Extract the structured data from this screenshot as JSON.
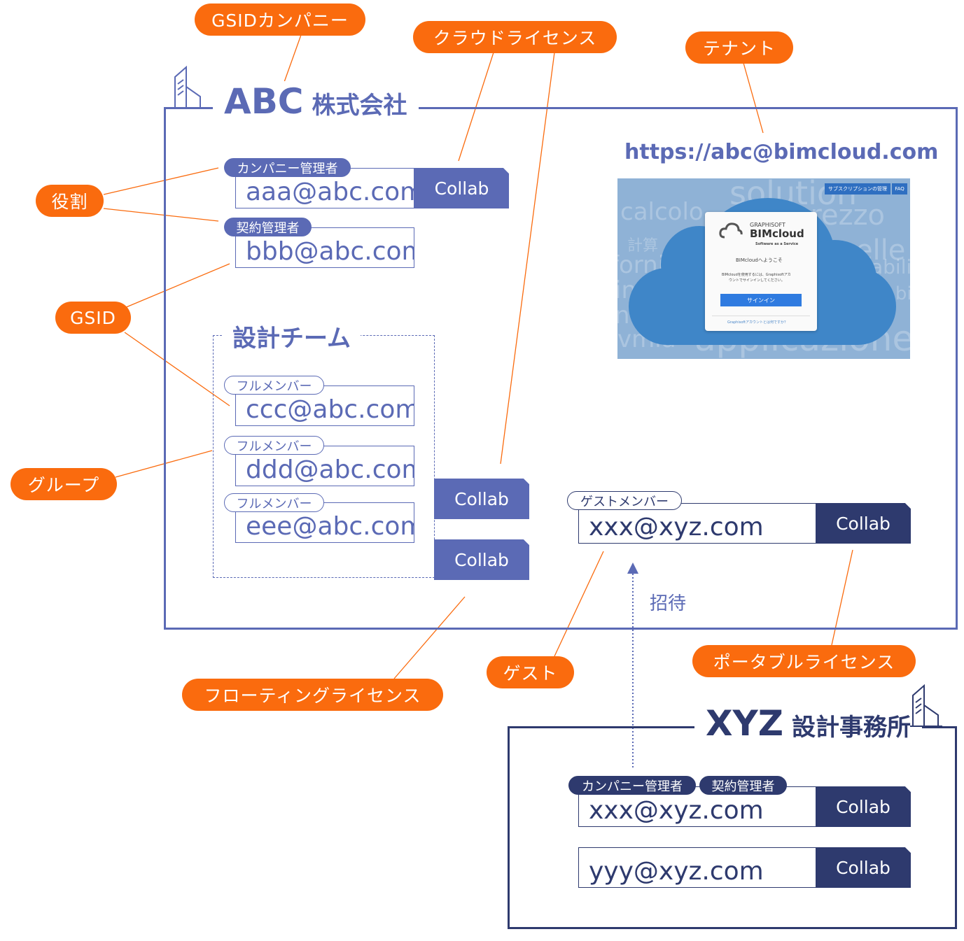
{
  "callouts": {
    "gsid_company": "GSIDカンパニー",
    "cloud_license": "クラウドライセンス",
    "tenant": "テナント",
    "role": "役割",
    "gsid": "GSID",
    "group": "グループ",
    "floating_license": "フローティングライセンス",
    "guest": "ゲスト",
    "portable_license": "ポータブルライセンス"
  },
  "abc_company": {
    "name": "ABC",
    "suffix": "株式会社",
    "tenant_url": "https://abc@bimcloud.com",
    "users": [
      {
        "roles": [
          "カンパニー管理者"
        ],
        "email": "aaa@abc.com",
        "license": "Collab"
      },
      {
        "roles": [
          "契約管理者"
        ],
        "email": "bbb@abc.com"
      }
    ],
    "group": {
      "name": "設計チーム",
      "members": [
        {
          "role": "フルメンバー",
          "email": "ccc@abc.com"
        },
        {
          "role": "フルメンバー",
          "email": "ddd@abc.com"
        },
        {
          "role": "フルメンバー",
          "email": "eee@abc.com"
        }
      ],
      "licenses": [
        "Collab",
        "Collab"
      ]
    },
    "guest": {
      "role": "ゲストメンバー",
      "email": "xxx@xyz.com",
      "license": "Collab"
    }
  },
  "invite_label": "招待",
  "xyz_company": {
    "name": "XYZ",
    "suffix": "設計事務所",
    "users": [
      {
        "roles": [
          "カンパニー管理者",
          "契約管理者"
        ],
        "email": "xxx@xyz.com",
        "license": "Collab"
      },
      {
        "roles": [],
        "email": "yyy@xyz.com",
        "license": "Collab"
      }
    ]
  },
  "bimcloud_screenshot": {
    "top_buttons": [
      "サブスクリプションの管理",
      "FAQ"
    ],
    "logo_vendor": "GRAPHISOFT",
    "logo_product": "BIMcloud",
    "logo_tagline": "Software as a Service",
    "welcome": "BIMcloudへようこそ",
    "instruction_line1": "BIMcloudを使用するには、Graphisoftアカ",
    "instruction_line2": "ウントでサインインしてください。",
    "signin_button": "サインイン",
    "account_link": "Graphisoftアカウントとは何ですか？",
    "background_words": [
      "solution",
      "calcolo",
      "fornitura",
      "internet",
      "nuevo",
      "vmla",
      "applicazione",
      "計算",
      "proaelle",
      "affidabilità",
      "scalabilità",
      "prezzo"
    ]
  },
  "colors": {
    "callout": "#fa6b0e",
    "abc_blue": "#5b6ab5",
    "xyz_navy": "#2e3a6e"
  }
}
